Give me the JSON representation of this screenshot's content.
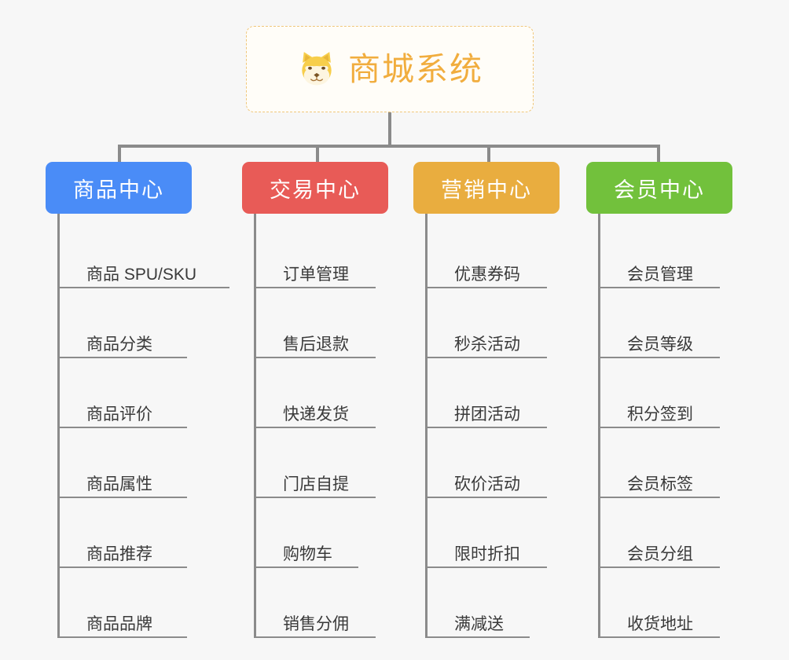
{
  "diagram": {
    "type": "mindmap",
    "background_color": "#f7f7f7",
    "root": {
      "title": "商城系统",
      "icon": "shiba-dog-face-icon",
      "text_color": "#f1ad3e",
      "border_color": "#f0c77a",
      "background_color": "#fffdf8"
    },
    "connector_color": "#8b8b8b",
    "branches": [
      {
        "label": "商品中心",
        "color": "#4a8cf7",
        "leaves": [
          "商品 SPU/SKU",
          "商品分类",
          "商品评价",
          "商品属性",
          "商品推荐",
          "商品品牌"
        ]
      },
      {
        "label": "交易中心",
        "color": "#e85b57",
        "leaves": [
          "订单管理",
          "售后退款",
          "快递发货",
          "门店自提",
          "购物车",
          "销售分佣"
        ]
      },
      {
        "label": "营销中心",
        "color": "#e9ad3f",
        "leaves": [
          "优惠券码",
          "秒杀活动",
          "拼团活动",
          "砍价活动",
          "限时折扣",
          "满减送"
        ]
      },
      {
        "label": "会员中心",
        "color": "#72c13c",
        "leaves": [
          "会员管理",
          "会员等级",
          "积分签到",
          "会员标签",
          "会员分组",
          "收货地址"
        ]
      }
    ]
  }
}
